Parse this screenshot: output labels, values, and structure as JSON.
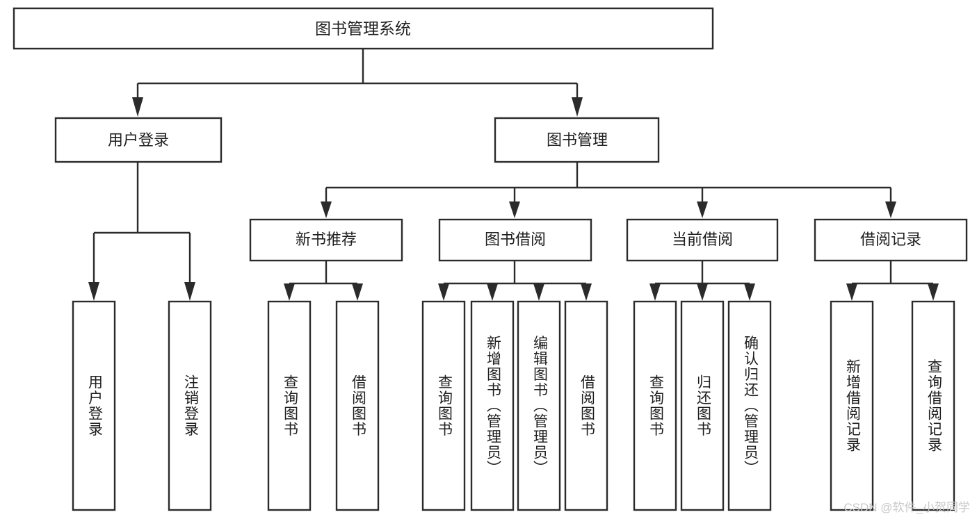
{
  "diagram": {
    "title": "图书管理系统",
    "type": "hierarchy-tree",
    "watermark": "CSDN @软件_小贺同学",
    "colors": {
      "box_stroke": "#2b2b2b",
      "box_fill": "#ffffff",
      "text": "#1f1f1f",
      "connector": "#2b2b2b",
      "watermark": "#c8c8c8",
      "background": "#ffffff"
    },
    "levels": {
      "root": {
        "label": "图书管理系统"
      },
      "level2": [
        {
          "id": "user-login",
          "label": "用户登录"
        },
        {
          "id": "book-management",
          "label": "图书管理"
        }
      ],
      "level3": [
        {
          "id": "new-book-recommend",
          "label": "新书推荐",
          "parent": "book-management"
        },
        {
          "id": "book-borrow",
          "label": "图书借阅",
          "parent": "book-management"
        },
        {
          "id": "current-borrow",
          "label": "当前借阅",
          "parent": "book-management"
        },
        {
          "id": "borrow-record",
          "label": "借阅记录",
          "parent": "book-management"
        }
      ],
      "leaves": {
        "user-login": [
          {
            "id": "leaf-user-login",
            "label": "用户登录"
          },
          {
            "id": "leaf-logout-login",
            "label": "注销登录"
          }
        ],
        "new-book-recommend": [
          {
            "id": "leaf-query-book-1",
            "label": "查询图书"
          },
          {
            "id": "leaf-borrow-book-1",
            "label": "借阅图书"
          }
        ],
        "book-borrow": [
          {
            "id": "leaf-query-book-2",
            "label": "查询图书"
          },
          {
            "id": "leaf-add-book",
            "label": "新增图书（管理员）"
          },
          {
            "id": "leaf-edit-book",
            "label": "编辑图书（管理员）"
          },
          {
            "id": "leaf-borrow-book-2",
            "label": "借阅图书"
          }
        ],
        "current-borrow": [
          {
            "id": "leaf-query-book-3",
            "label": "查询图书"
          },
          {
            "id": "leaf-return-book",
            "label": "归还图书"
          },
          {
            "id": "leaf-confirm-return",
            "label": "确认归还（管理员）"
          }
        ],
        "borrow-record": [
          {
            "id": "leaf-add-record",
            "label": "新增借阅记录"
          },
          {
            "id": "leaf-query-record",
            "label": "查询借阅记录"
          }
        ]
      }
    }
  }
}
